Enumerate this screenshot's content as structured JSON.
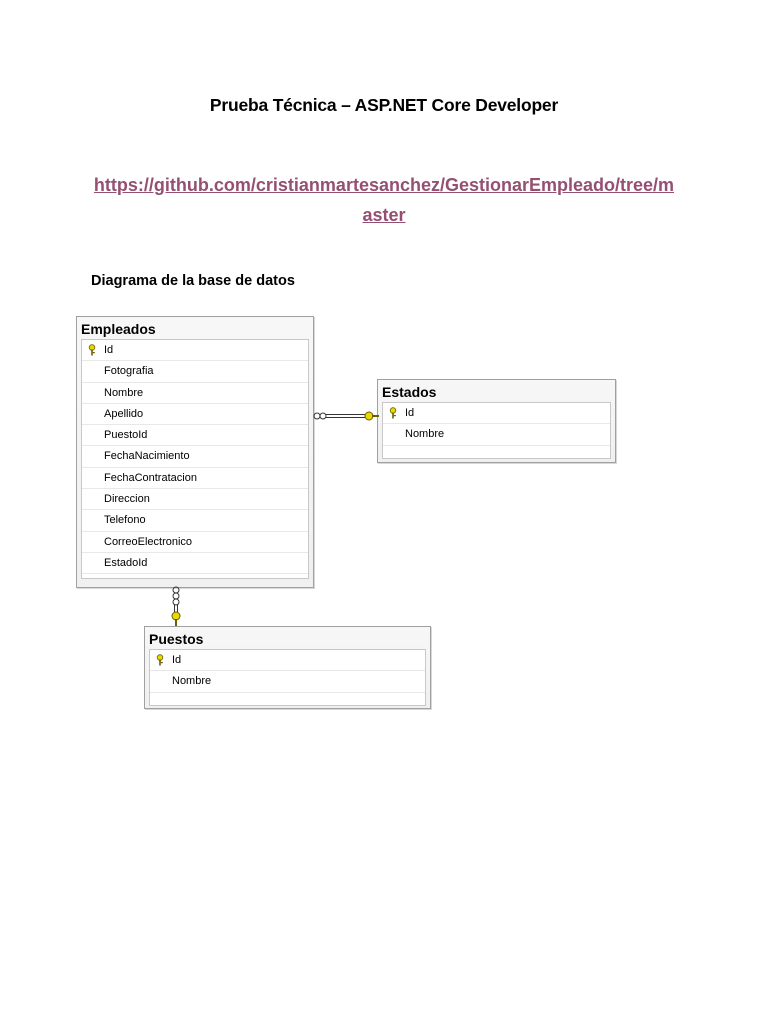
{
  "document": {
    "title": "Prueba Técnica – ASP.NET Core Developer",
    "link_line1": "https://github.com/cristianmartesanchez/GestionarEmpleado/tree/m",
    "link_line2": "aster",
    "section_heading": "Diagrama de la base de datos"
  },
  "diagram": {
    "tables": [
      {
        "name": "Empleados",
        "columns": [
          "Id",
          "Fotografia",
          "Nombre",
          "Apellido",
          "PuestoId",
          "FechaNacimiento",
          "FechaContratacion",
          "Direccion",
          "Telefono",
          "CorreoElectronico",
          "EstadoId"
        ],
        "primary_key": "Id"
      },
      {
        "name": "Estados",
        "columns": [
          "Id",
          "Nombre"
        ],
        "primary_key": "Id"
      },
      {
        "name": "Puestos",
        "columns": [
          "Id",
          "Nombre"
        ],
        "primary_key": "Id"
      }
    ],
    "relationships": [
      {
        "from": "Empleados",
        "to": "Estados"
      },
      {
        "from": "Empleados",
        "to": "Puestos"
      }
    ],
    "colors": {
      "link": "#954f72",
      "key_icon": "#e8d800",
      "table_border": "#a0a0a0"
    }
  }
}
